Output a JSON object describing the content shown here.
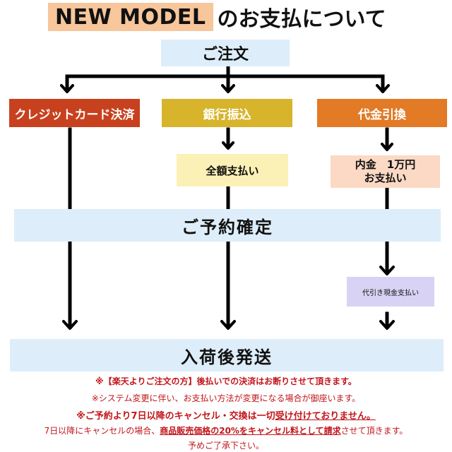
{
  "header": {
    "badge": "NEW MODEL",
    "title_rest": "のお支払について"
  },
  "flow": {
    "order": "ご注文",
    "methods": {
      "credit": "クレジットカード決済",
      "bank": "銀行振込",
      "cod": "代金引換"
    },
    "bank_step": "全額支払い",
    "cod_step_line1": "内金　1万円",
    "cod_step_line2": "お支払い",
    "confirm": "ご予約確定",
    "cod_final": "代引き現金支払い",
    "arrival": "入荷後発送"
  },
  "notes": {
    "n1_a": "※【楽天よりご注文の方】後払いでの決済",
    "n1_b": "はお断りさせて頂きます。",
    "n2": "※システム変更に伴い、お支払い方法が変更になる場合が御座います。",
    "n3_a": "※ご予約より7日以降のキャンセル・交換は一切",
    "n3_b": "受け付けておりません。",
    "n4_a": "7日以降にキャンセルの場合、",
    "n4_b": "商品販売価格の20%をキャンセル料として請求",
    "n4_c": "させて頂きます。",
    "n5": "予めご了承下さい。"
  },
  "colors": {
    "credit": "#c8411f",
    "bank": "#d7b42c",
    "cod": "#e27a26",
    "note_red": "#c2151b",
    "pale_blue": "#ddeefa"
  }
}
